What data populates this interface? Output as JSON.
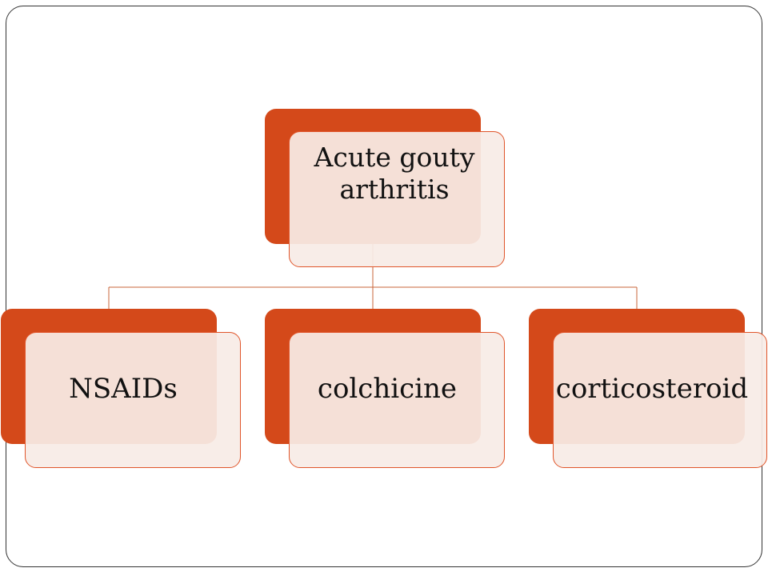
{
  "diagram": {
    "root": {
      "label": "Acute gouty arthritis"
    },
    "children": [
      {
        "label": "NSAIDs"
      },
      {
        "label": "colchicine"
      },
      {
        "label": "corticosteroid"
      }
    ]
  },
  "colors": {
    "node_fill": "#d4491a",
    "card_fill": "#f8ece6",
    "card_border": "#e0552a",
    "connector": "#c8643a",
    "frame": "#333333"
  }
}
